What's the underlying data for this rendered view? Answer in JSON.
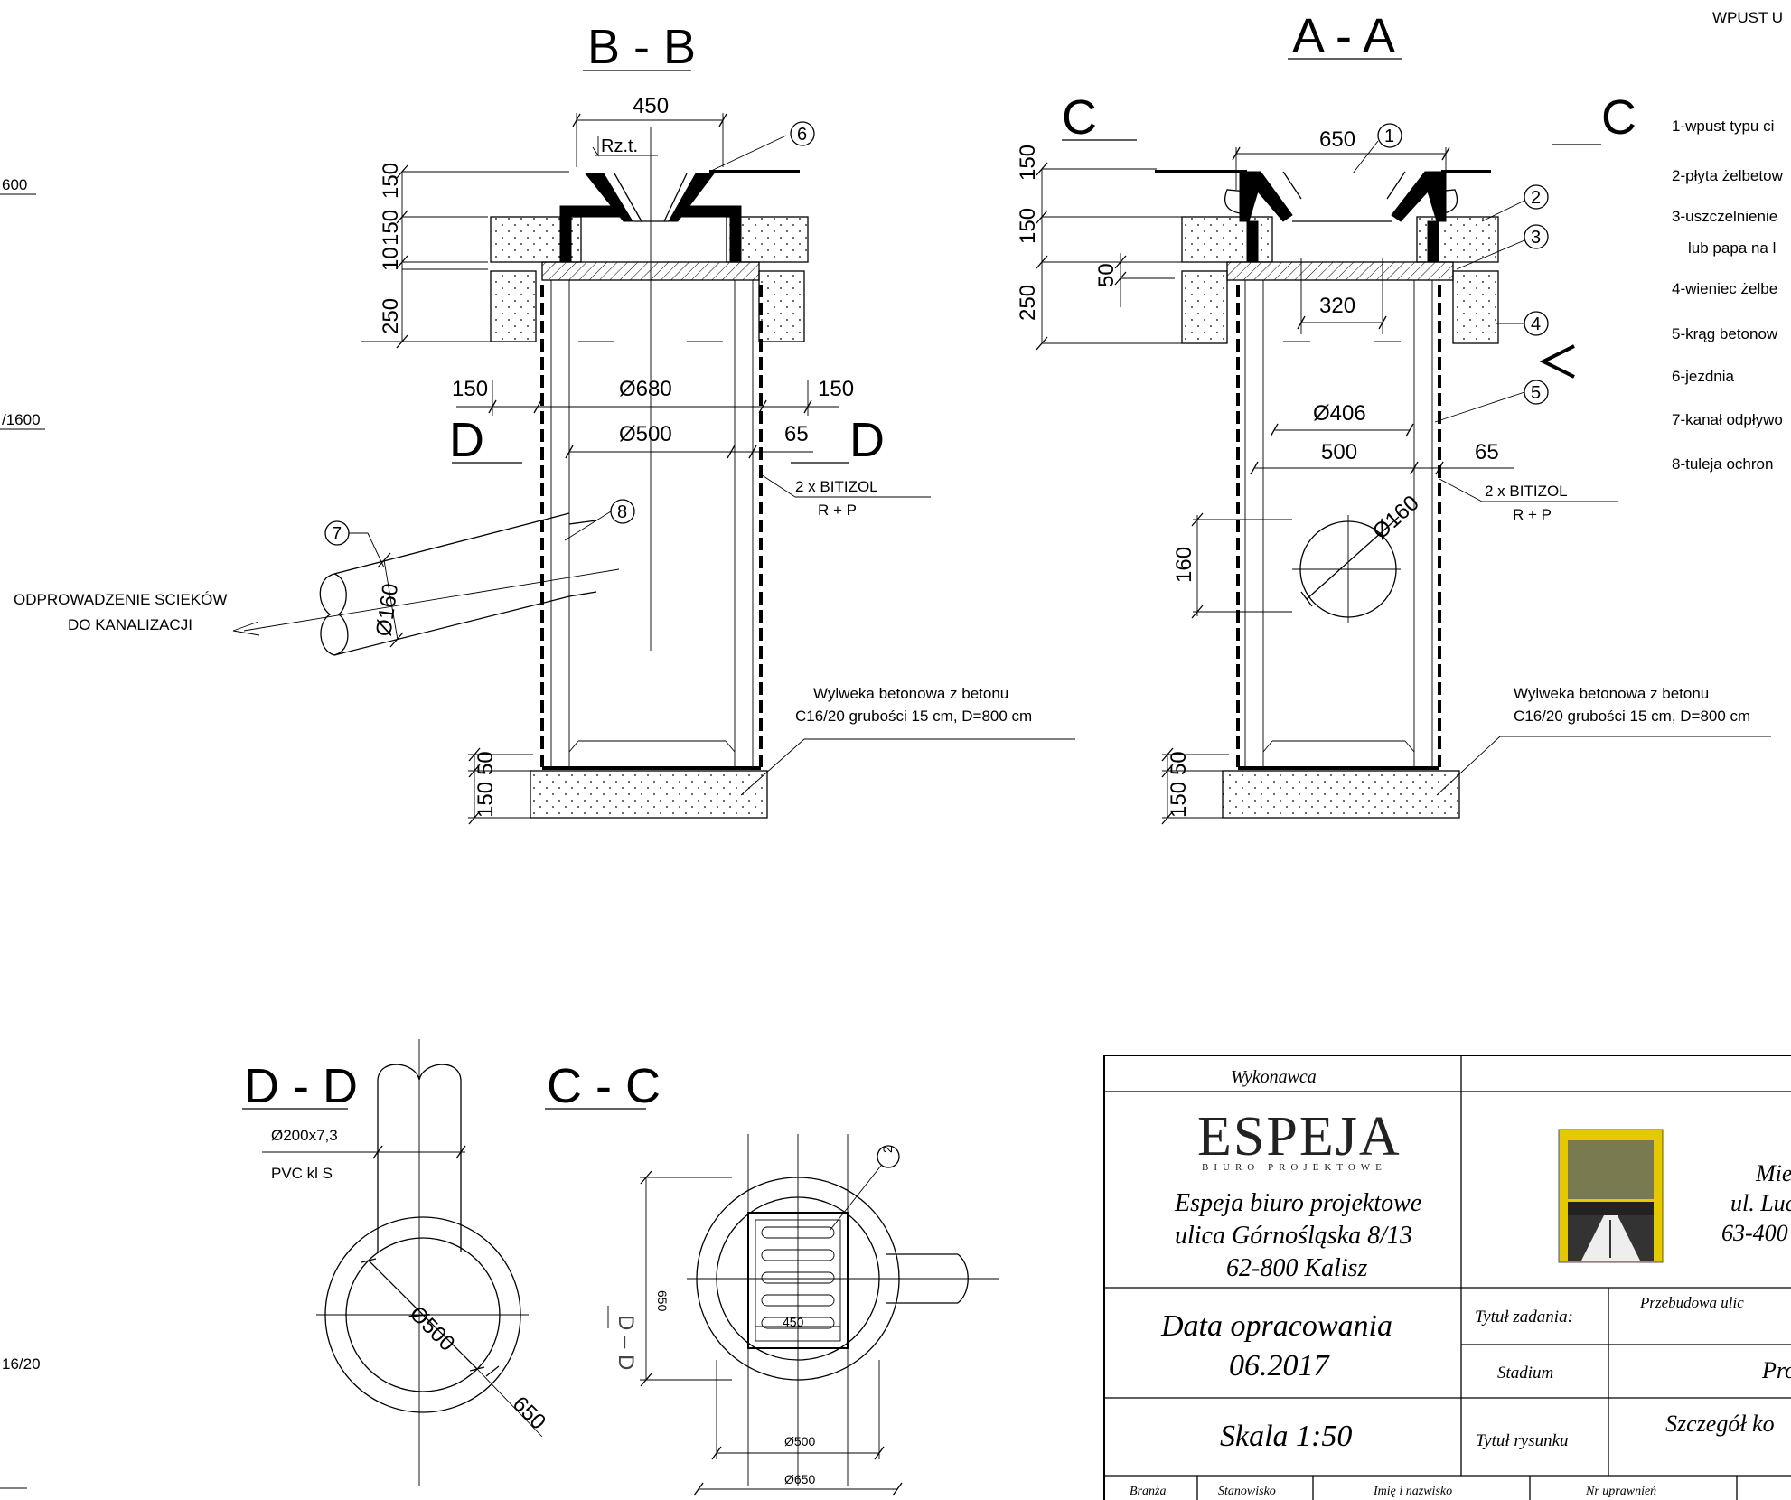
{
  "sections": {
    "bb": "B - B",
    "aa": "A - A",
    "dd": "D - D",
    "cc": "C - C",
    "c": "C",
    "d": "D",
    "a": "A"
  },
  "header_cut": "WPUST U",
  "left_edge": [
    "600",
    "/1600",
    "16/20"
  ],
  "legend": [
    "1-wpust typu ci",
    "2-płyta żelbetow",
    "3-uszczelnienie",
    "lub papa na l",
    "4-wieniec żelbe",
    "5-krąg betonow",
    "6-jezdnia",
    "7-kanał odpływo",
    "8-tuleja ochron"
  ],
  "bb_dims": {
    "w450": "450",
    "rzt": "Rz.t.",
    "v150a": "150",
    "v150b": "150",
    "v10": "10",
    "v250": "250",
    "l150": "150",
    "r150": "150",
    "d680": "Ø680",
    "d500": "Ø500",
    "r65": "65",
    "bitizol": "2 x BITIZOL",
    "rp": "R + P",
    "d160": "Ø160",
    "v50": "50",
    "v150c": "150"
  },
  "outflow": [
    "ODPROWADZENIE SCIEKÓW",
    "DO KANALIZACJI"
  ],
  "wylewka": [
    "Wylweka betonowa  z betonu",
    "C16/20 grubości 15 cm, D=800 cm"
  ],
  "aa_dims": {
    "w650": "650",
    "v150a": "150",
    "v150b": "150",
    "v250": "250",
    "v50": "50",
    "w320": "320",
    "d406": "Ø406",
    "w500": "500",
    "r65": "65",
    "bitizol": "2 x BITIZOL",
    "rp": "R + P",
    "d160": "Ø160",
    "v160": "160",
    "v50b": "50",
    "v150c": "150"
  },
  "markers": [
    "1",
    "2",
    "3",
    "4",
    "5",
    "6",
    "7",
    "8"
  ],
  "dd": {
    "pipe": "Ø200x7,3",
    "pvc": "PVC kl S",
    "d500": "Ø500",
    "d650": "650"
  },
  "cc": {
    "v650": "650",
    "w450": "450",
    "d500": "Ø500",
    "d650": "Ø650",
    "dd": "D – D",
    "mark": "2"
  },
  "title_block": {
    "wykonawca": "Wykonawca",
    "logo": "ESPEJA",
    "logo_sub": "BIURO PROJEKTOWE",
    "company": [
      "Espeja biuro projektowe",
      "ulica Górnośląska 8/13",
      "62-800 Kalisz"
    ],
    "client": [
      "Mie",
      "ul. Luc",
      "63-400"
    ],
    "data_label": "Data opracowania",
    "data_value": "06.2017",
    "skala": "Skala 1:50",
    "tytul_zadania": "Tytuł zadania:",
    "zadanie": "Przebudowa ulic",
    "stadium": "Stadium",
    "stadium_val": "Pro",
    "tytul_rysunku": "Tytuł rysunku",
    "rysunek": "Szczegół ko",
    "footer": [
      "Branża",
      "Stanowisko",
      "Imię i nazwisko",
      "Nr uprawnień"
    ]
  }
}
